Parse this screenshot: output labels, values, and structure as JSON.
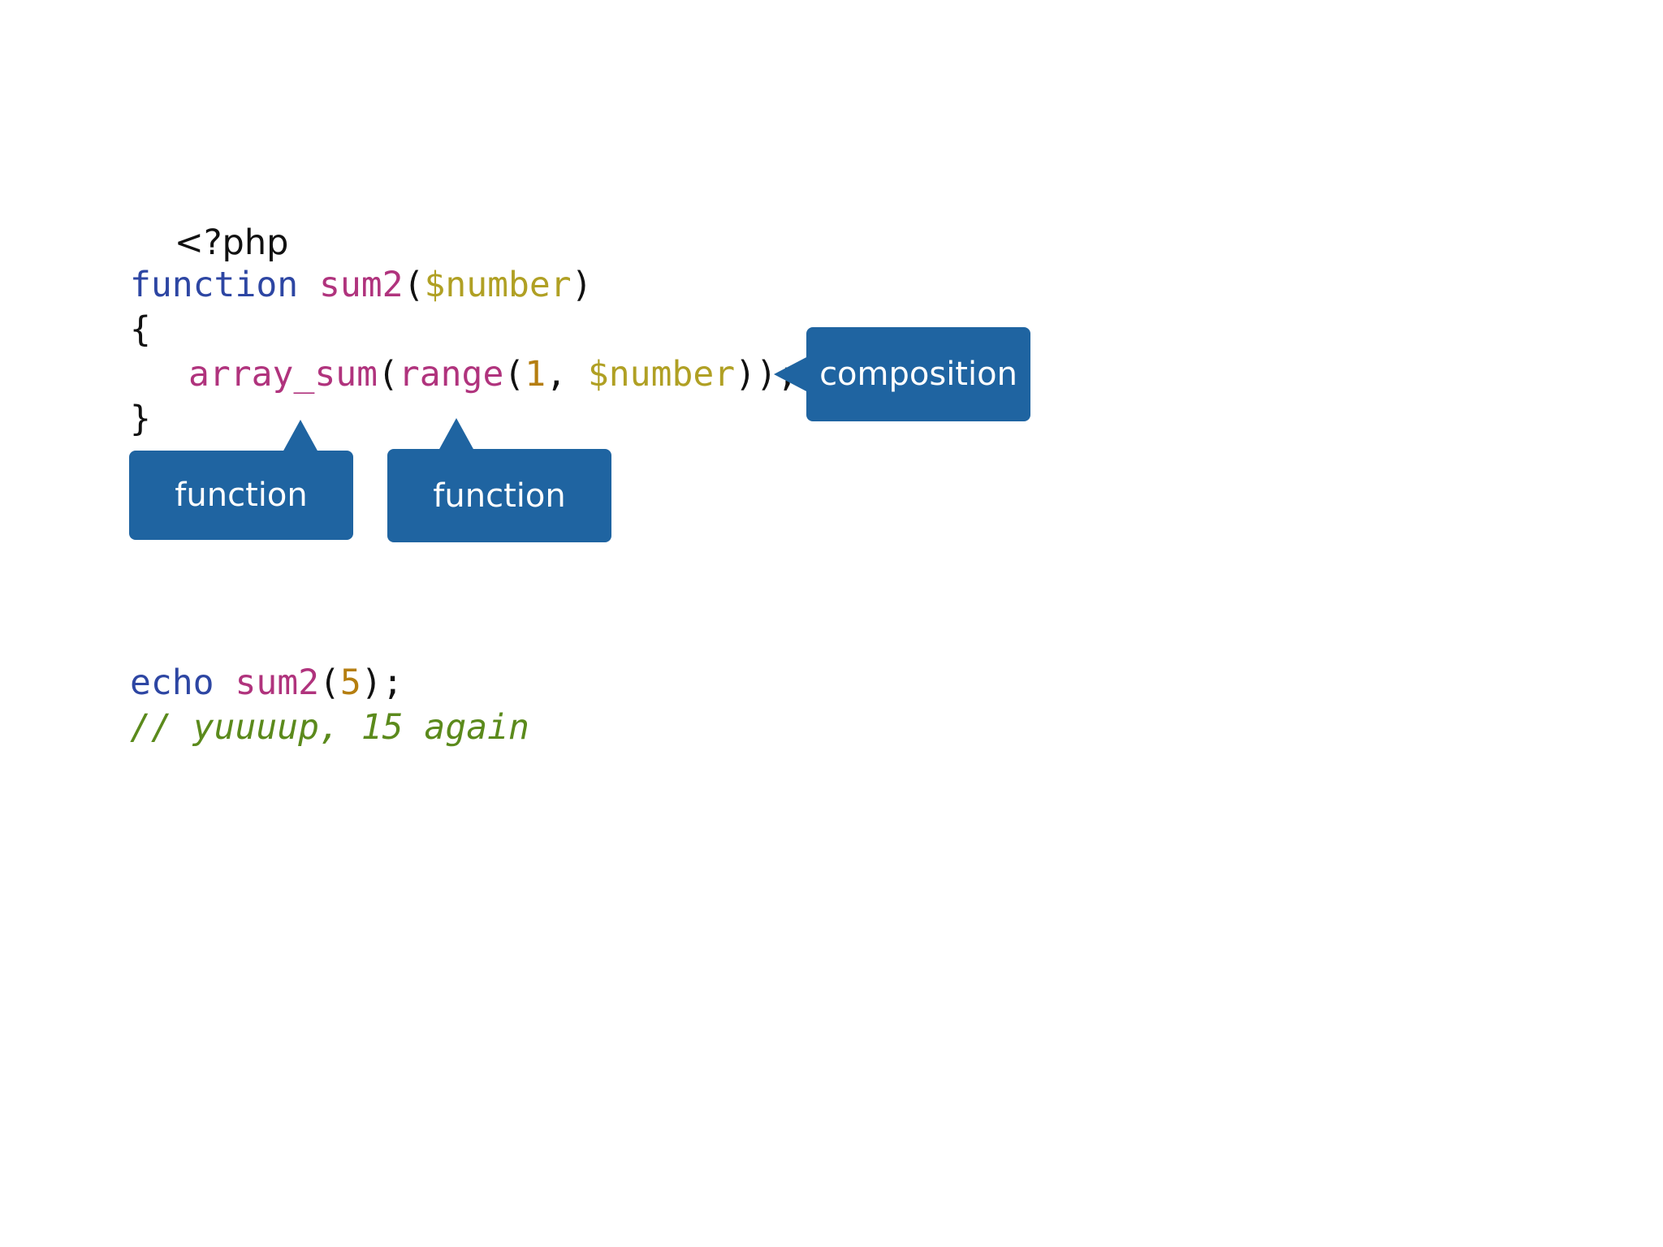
{
  "code": {
    "php_open": "<?php",
    "line_function": {
      "keyword": "function",
      "name": "sum2",
      "open_paren": "(",
      "param": "$number",
      "close_paren": ")"
    },
    "open_brace": "{",
    "line_body": {
      "fn_outer": "array_sum",
      "paren1": "(",
      "fn_inner": "range",
      "paren2": "(",
      "arg_num": "1",
      "comma": ", ",
      "arg_var": "$number",
      "close": "));"
    },
    "close_brace": "}",
    "line_echo": {
      "keyword": "echo",
      "name": "sum2",
      "open_paren": "(",
      "arg": "5",
      "close": ");"
    },
    "comment": "// yuuuup, 15 again"
  },
  "callouts": {
    "composition": "composition",
    "function_left": "function",
    "function_right": "function"
  },
  "colors": {
    "callout_bg": "#1f64a1",
    "keyword": "#2d46a3",
    "function_name": "#b0337d",
    "variable": "#b0a024",
    "number": "#b57e10",
    "comment": "#5b8a1c"
  }
}
